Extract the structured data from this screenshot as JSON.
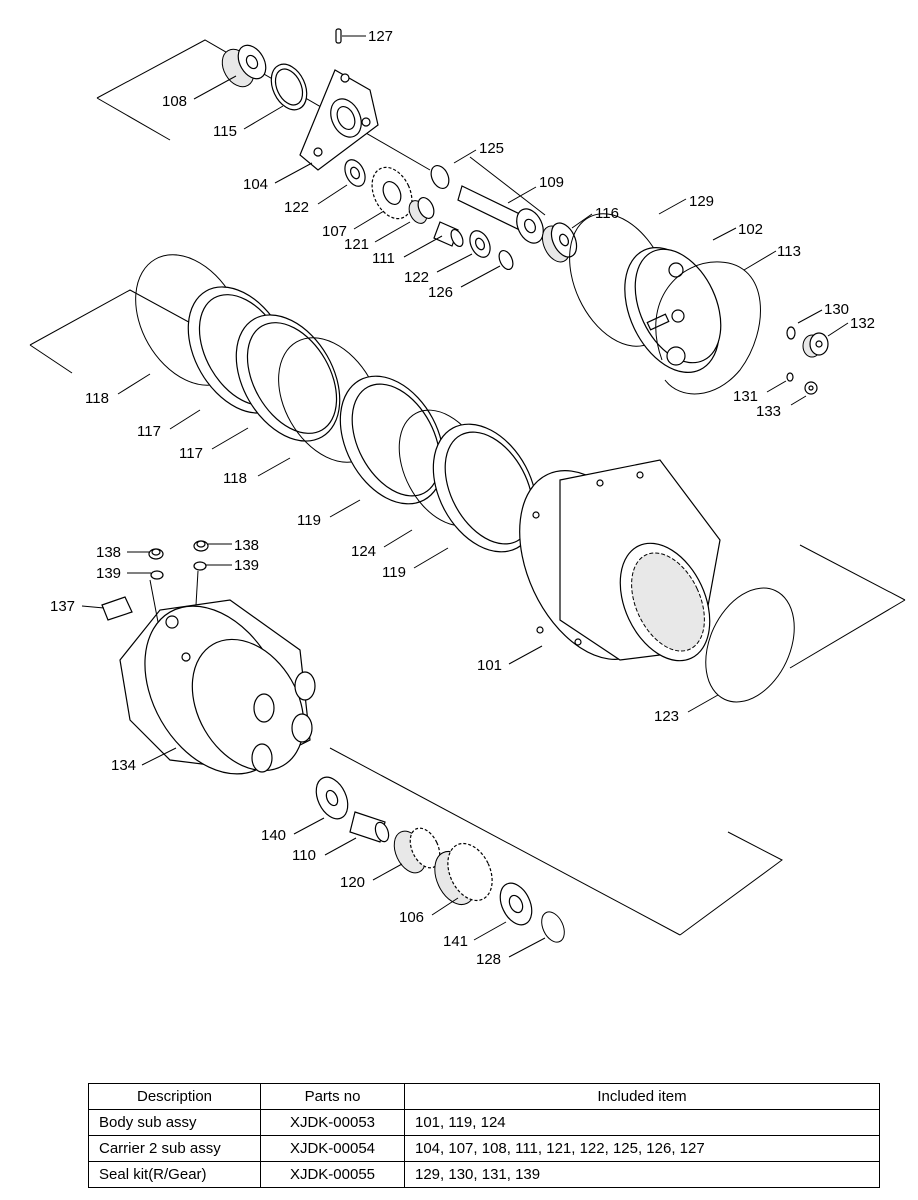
{
  "callouts": [
    "127",
    "108",
    "115",
    "104",
    "125",
    "122",
    "107",
    "121",
    "109",
    "111",
    "122",
    "126",
    "116",
    "129",
    "102",
    "113",
    "130",
    "132",
    "131",
    "133",
    "118",
    "117",
    "117",
    "118",
    "119",
    "124",
    "119",
    "138",
    "139",
    "138",
    "139",
    "137",
    "101",
    "123",
    "134",
    "140",
    "110",
    "120",
    "106",
    "141",
    "128"
  ],
  "table": {
    "headers": [
      "Description",
      "Parts no",
      "Included item"
    ],
    "rows": [
      {
        "description": "Body sub assy",
        "parts_no": "XJDK-00053",
        "included": "101, 119, 124"
      },
      {
        "description": "Carrier 2 sub assy",
        "parts_no": "XJDK-00054",
        "included": "104, 107, 108, 111, 121, 122, 125, 126, 127"
      },
      {
        "description": "Seal kit(R/Gear)",
        "parts_no": "XJDK-00055",
        "included": "129, 130, 131, 139"
      }
    ]
  }
}
